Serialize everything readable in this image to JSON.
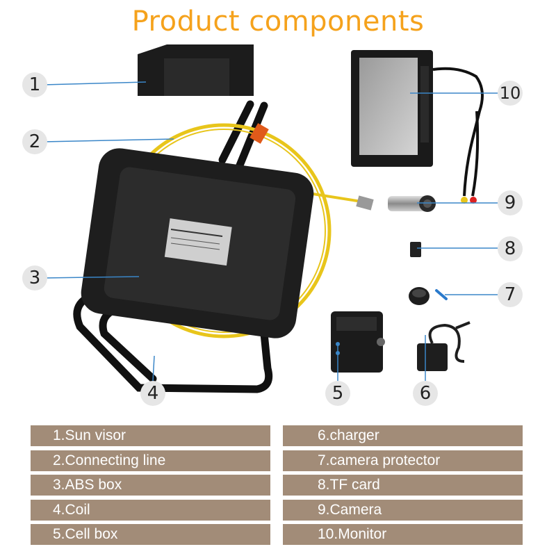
{
  "title": "Product components",
  "callouts": [
    "1",
    "2",
    "3",
    "4",
    "5",
    "6",
    "7",
    "8",
    "9",
    "10"
  ],
  "components_left": [
    "1.Sun visor",
    "2.Connecting line",
    "3.ABS box",
    "4.Coil",
    "5.Cell box"
  ],
  "components_right": [
    "6.charger",
    "7.camera protector",
    "8.TF card",
    "9.Camera",
    "10.Monitor"
  ],
  "colors": {
    "title": "#f5a21c",
    "label_bg": "#a28c78",
    "cable": "#e8c51b",
    "leader": "#3a86c8"
  }
}
